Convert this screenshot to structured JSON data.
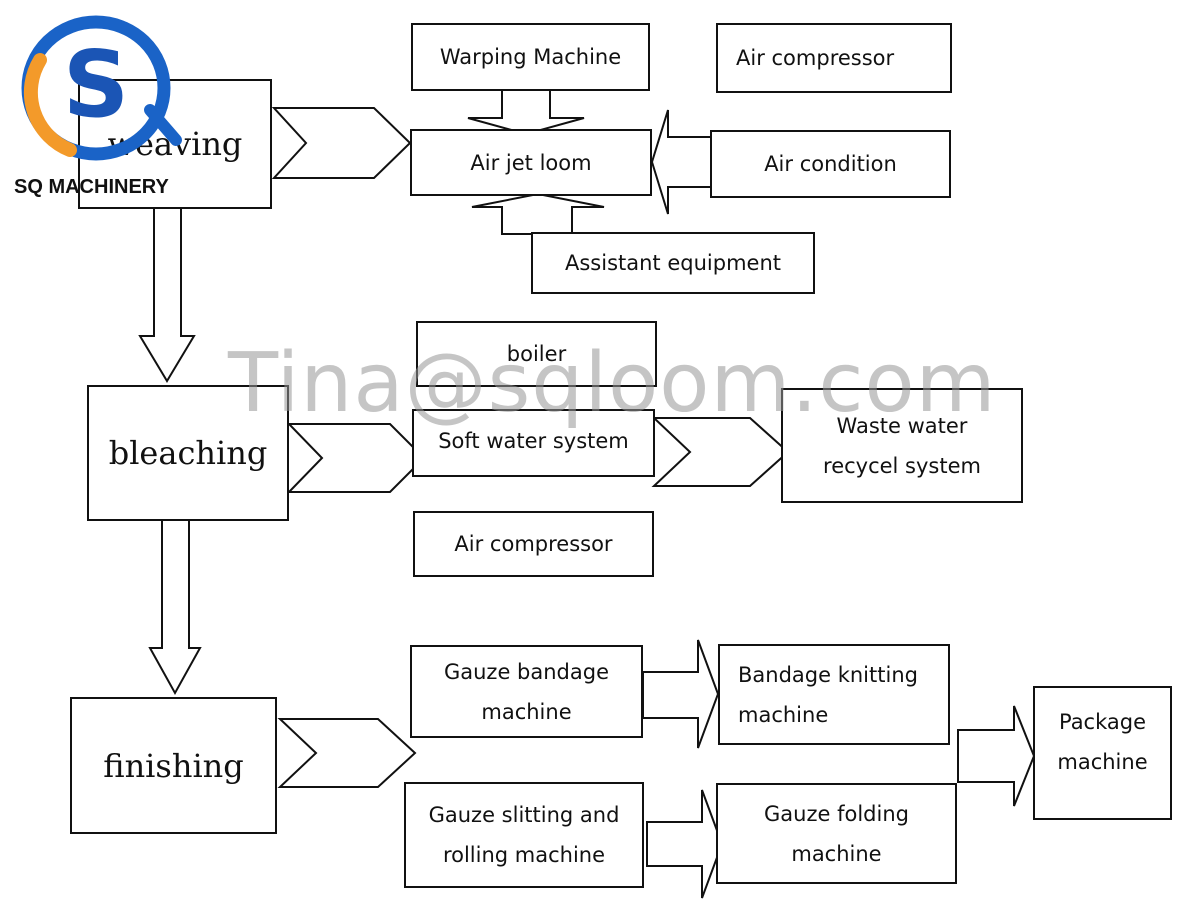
{
  "brand": {
    "name": "SQ MACHINERY",
    "logo_letter": "S",
    "logo_colors": {
      "ring": "#1a63c7",
      "orange": "#f39a2a",
      "letter": "#1b55b5"
    }
  },
  "watermark": "Tina@sqloom.com",
  "stages": {
    "weaving": "weaving",
    "bleaching": "bleaching",
    "finishing": "finishing"
  },
  "weaving_section": {
    "warping_machine": "Warping Machine",
    "air_compressor": "Air compressor",
    "air_jet_loom": "Air jet loom",
    "air_condition": "Air condition",
    "assistant_equipment": "Assistant equipment"
  },
  "bleaching_section": {
    "boiler": "boiler",
    "soft_water_system": "Soft water system",
    "waste_water_system": "Waste water\nrecycel system",
    "air_compressor": "Air compressor"
  },
  "finishing_section": {
    "gauze_bandage_machine": "Gauze bandage\nmachine",
    "bandage_knitting_machine": "Bandage   knitting\nmachine",
    "package_machine": "Package\nmachine",
    "gauze_slitting_rolling_machine": "Gauze slitting and\nrolling machine",
    "gauze_folding_machine": "Gauze folding\nmachine"
  }
}
